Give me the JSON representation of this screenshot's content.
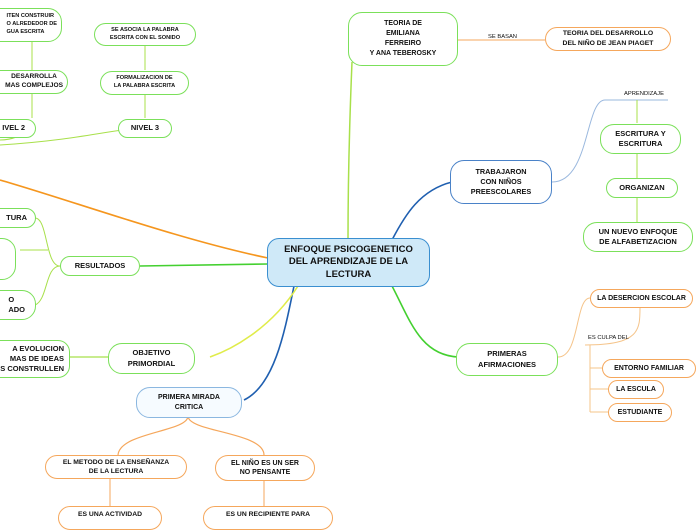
{
  "central": "ENFOQUE PSICOGENETICO\nDEL APRENDIZAJE DE LA\nLECTURA",
  "teoria": {
    "authors": "TEORIA DE\nEMILIANA\nFERREIRO\nY ANA TEBEROSKY",
    "link_label": "SE BASAN",
    "theory": "TEORIA DEL DESARROLLO\nDEL NIÑO DE JEAN PIAGET"
  },
  "trabajaron": {
    "label": "TRABAJARON\nCON NIÑOS\nPREESCOLARES",
    "aprendizaje_label": "APRENDIZAJE",
    "escritura": "ESCRITURA Y\nESCRITURA",
    "organizan": "ORGANIZAN",
    "enfoque": "UN NUEVO ENFOQUE\nDE ALFABETIZACION"
  },
  "primeras": {
    "label": "PRIMERAS\nAFIRMACIONES",
    "desercion": "LA DESERCION ESCOLAR",
    "culpa_label": "ES CULPA DEL",
    "entorno": "ENTORNO FAMILIAR",
    "escuela": "LA ESCULA",
    "estudiante": "ESTUDIANTE"
  },
  "mirada": {
    "label": "PRIMERA MIRADA\nCRITICA",
    "metodo": "EL METODO DE LA ENSEÑANZA\nDE LA LECTURA",
    "nino": "EL NIÑO ES UN SER\nNO PENSANTE",
    "actividad": "ES UNA ACTIVIDAD",
    "recipiente": "ES UN RECIPIENTE PARA"
  },
  "objetivo": {
    "label": "OBJETIVO\nPRIMORDIAL",
    "evolucion": "A EVOLUCION\nMAS DE IDEAS\nS CONSTRULLEN"
  },
  "resultados": {
    "label": "RESULTADOS",
    "tura": "TURA",
    "ado": "O\nADO"
  },
  "niveles": {
    "construir": "ITEN CONSTRUIR\nO ALREDEDOR DE\nGUA ESCRITA",
    "desarrolla": "DESARROLLA\nMAS COMPLEJOS",
    "nivel2": "IVEL 2",
    "asocia": "SE ASOCIA LA PALABRA\nESCRITA CON EL SONIDO",
    "formalizacion": "FORMALIZACION DE\nLA PALABRA ESCRITA",
    "nivel3": "NIVEL 3"
  }
}
